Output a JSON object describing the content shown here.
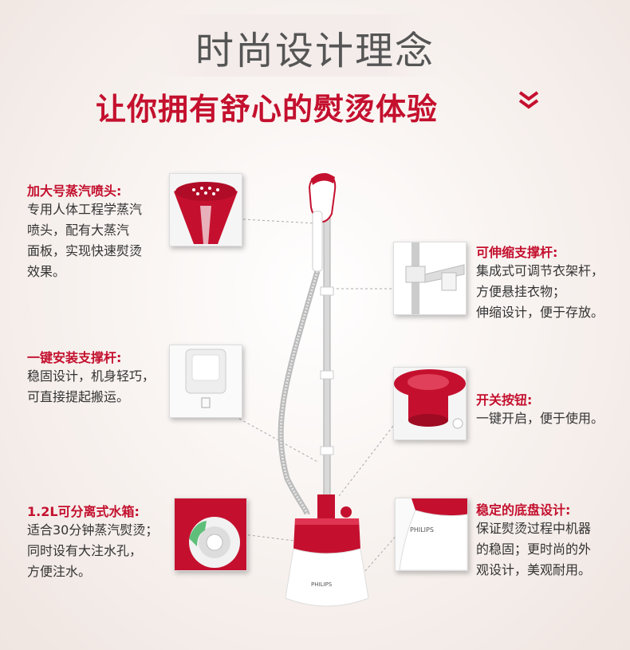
{
  "header": {
    "title": "时尚设计理念",
    "subtitle": "让你拥有舒心的熨烫体验",
    "chevron_icon": "double-chevron-down-icon"
  },
  "product": {
    "brand": "PHILIPS"
  },
  "features": {
    "nozzle": {
      "title": "加大号蒸汽喷头:",
      "lines": [
        "专用人体工程学蒸汽",
        "喷头，配有大蒸汽",
        "面板，实现快速熨烫",
        "效果。"
      ]
    },
    "install_pole": {
      "title": "一键安装支撑杆:",
      "lines": [
        "稳固设计，机身轻巧，",
        "可直接提起搬运。"
      ]
    },
    "water_tank": {
      "title": "1.2L可分离式水箱:",
      "lines": [
        "适合30分钟蒸汽熨烫；",
        "同时设有大注水孔，",
        "方便注水。"
      ]
    },
    "telescopic_pole": {
      "title": "可伸缩支撑杆:",
      "lines": [
        "集成式可调节衣架杆，",
        "方便悬挂衣物；",
        "伸缩设计，便于存放。"
      ]
    },
    "switch": {
      "title": "开关按钮:",
      "lines": [
        "一键开启，便于使用。"
      ]
    },
    "base": {
      "title": "稳定的底盘设计:",
      "lines": [
        "保证熨烫过程中机器",
        "的稳固；更时尚的外",
        "观设计，美观耐用。"
      ]
    }
  },
  "colors": {
    "accent": "#c4102e",
    "text": "#333333",
    "title_gray": "#555555"
  }
}
